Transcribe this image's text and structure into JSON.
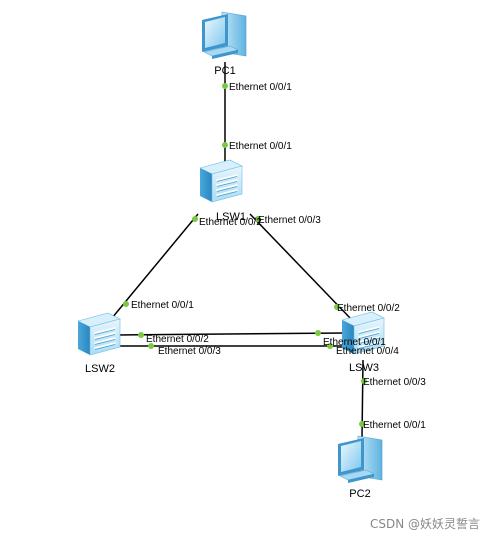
{
  "devices": {
    "pc1": {
      "label": "PC1",
      "kind": "pc-icon"
    },
    "lsw1": {
      "label": "LSW1",
      "kind": "switch-icon"
    },
    "lsw2": {
      "label": "LSW2",
      "kind": "switch-icon"
    },
    "lsw3": {
      "label": "LSW3",
      "kind": "switch-icon"
    },
    "pc2": {
      "label": "PC2",
      "kind": "pc-icon"
    }
  },
  "links": [
    {
      "from": "pc1",
      "to": "lsw1",
      "from_port": "Ethernet 0/0/1",
      "to_port": "Ethernet 0/0/1"
    },
    {
      "from": "lsw1",
      "to": "lsw2",
      "from_port": "Ethernet 0/0/2",
      "to_port": "Ethernet 0/0/1"
    },
    {
      "from": "lsw1",
      "to": "lsw3",
      "from_port": "Ethernet 0/0/3",
      "to_port": "Ethernet 0/0/2"
    },
    {
      "from": "lsw2",
      "to": "lsw3",
      "from_port": "Ethernet 0/0/2",
      "to_port": "Ethernet 0/0/1"
    },
    {
      "from": "lsw2",
      "to": "lsw3",
      "from_port": "Ethernet 0/0/3",
      "to_port": "Ethernet 0/0/4"
    },
    {
      "from": "lsw3",
      "to": "pc2",
      "from_port": "Ethernet 0/0/3",
      "to_port": "Ethernet 0/0/1"
    }
  ],
  "watermark": "CSDN @妖妖灵誓言",
  "colors": {
    "link": "#000000",
    "port_dot": "#7ac943",
    "icon_blue": "#5bb8e8"
  }
}
